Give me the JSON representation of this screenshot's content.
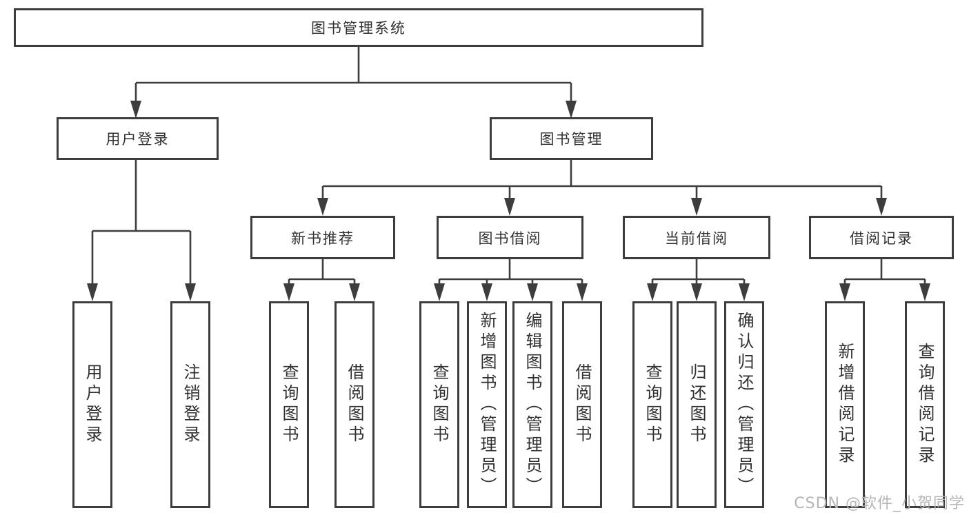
{
  "diagram": {
    "root": {
      "label": "图书管理系统"
    },
    "branches": [
      {
        "label": "用户登录",
        "leaves": [
          "用户登录",
          "注销登录"
        ]
      },
      {
        "label": "图书管理",
        "groups": [
          {
            "label": "新书推荐",
            "leaves": [
              "查询图书",
              "借阅图书"
            ]
          },
          {
            "label": "图书借阅",
            "leaves": [
              "查询图书",
              "新增图书（管理员）",
              "编辑图书（管理员）",
              "借阅图书"
            ]
          },
          {
            "label": "当前借阅",
            "leaves": [
              "查询图书",
              "归还图书",
              "确认归还（管理员）"
            ]
          },
          {
            "label": "借阅记录",
            "leaves": [
              "新增借阅记录",
              "查询借阅记录"
            ]
          }
        ]
      }
    ]
  },
  "watermark": {
    "text": "CSDN @软件_小贺同学"
  },
  "colors": {
    "line": "#3d3d3d",
    "border": "#3d3d3d",
    "text": "#303030",
    "watermark_text": "#b5b5b5",
    "background": "#ffffff"
  }
}
